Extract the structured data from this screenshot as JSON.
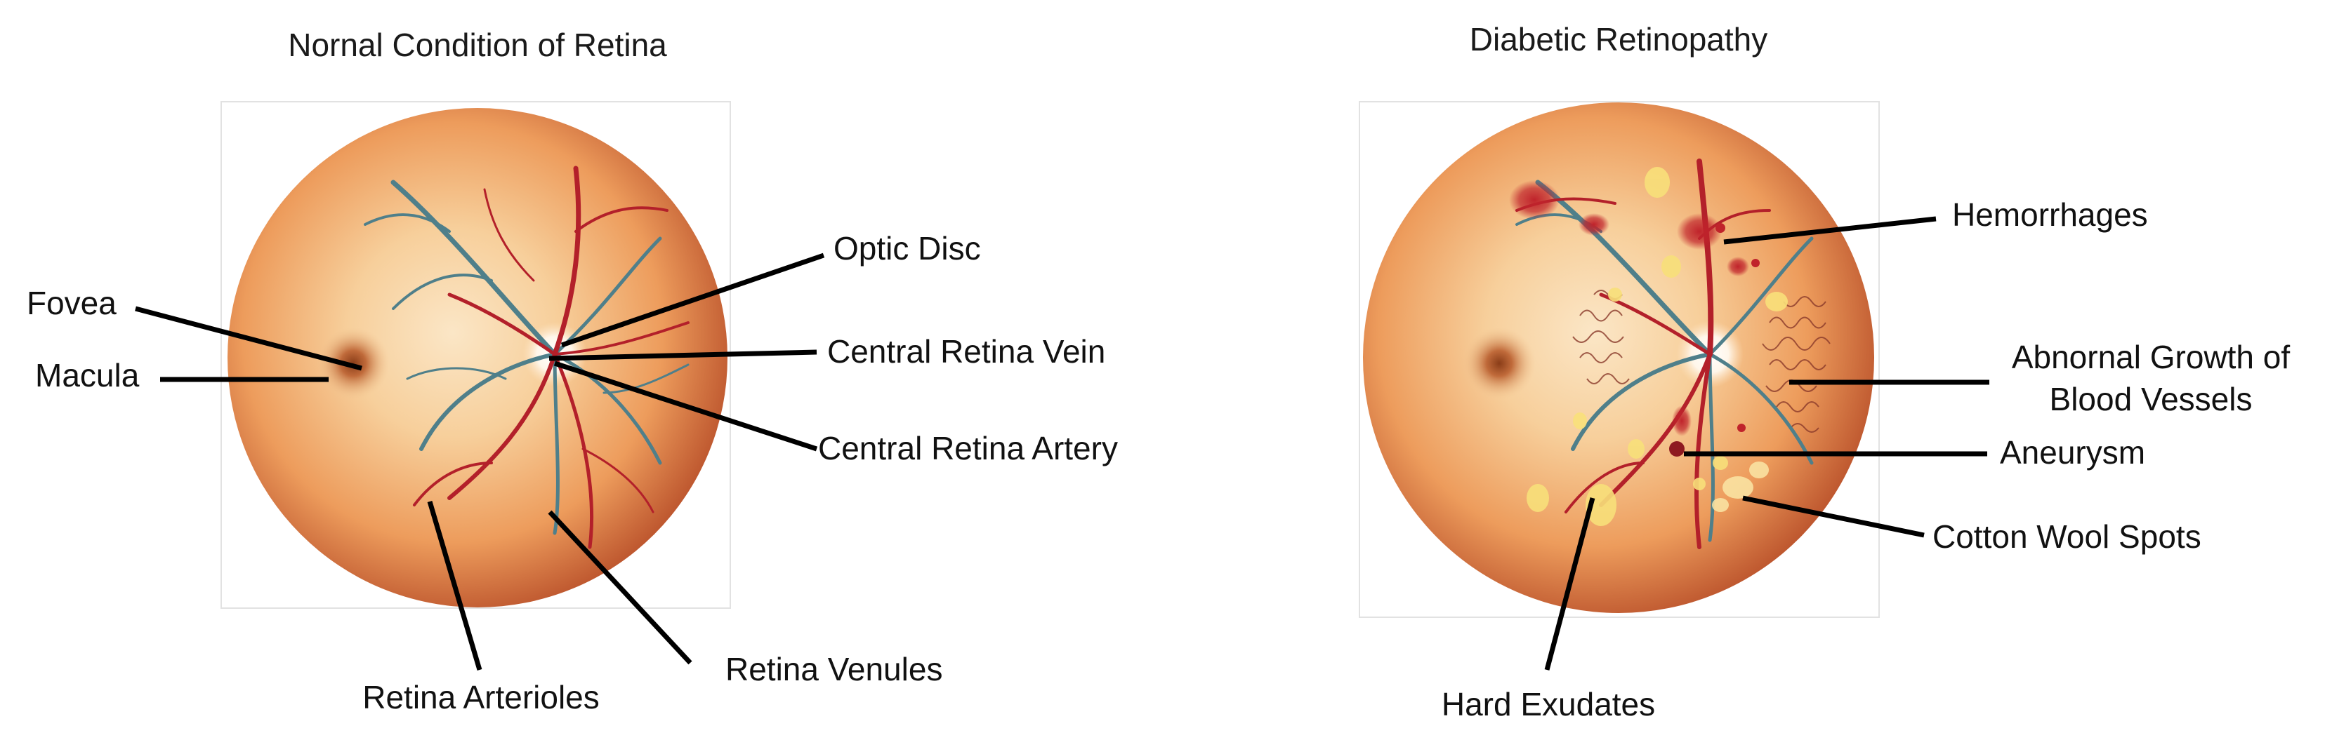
{
  "normal": {
    "title": "Nornal Condition of Retina",
    "labels": {
      "fovea": "Fovea",
      "macula": "Macula",
      "optic_disc": "Optic Disc",
      "central_vein": "Central Retina Vein",
      "central_artery": "Central Retina Artery",
      "arterioles": "Retina Arterioles",
      "venules": "Retina Venules"
    }
  },
  "diabetic": {
    "title": "Diabetic Retinopathy",
    "labels": {
      "hemorrhages": "Hemorrhages",
      "abnormal_growth_1": "Abnornal Growth of",
      "abnormal_growth_2": "Blood Vessels",
      "aneurysm": "Aneurysm",
      "cotton_wool": "Cotton Wool Spots",
      "hard_exudates": "Hard Exudates"
    }
  },
  "colors": {
    "retina_center": "#fbe6c6",
    "retina_mid": "#ed9c5c",
    "retina_edge": "#b54a26",
    "artery": "#b3202a",
    "vein": "#4f7f8a",
    "exudate": "#f8e07a",
    "hemorrhage": "#c0232b"
  }
}
